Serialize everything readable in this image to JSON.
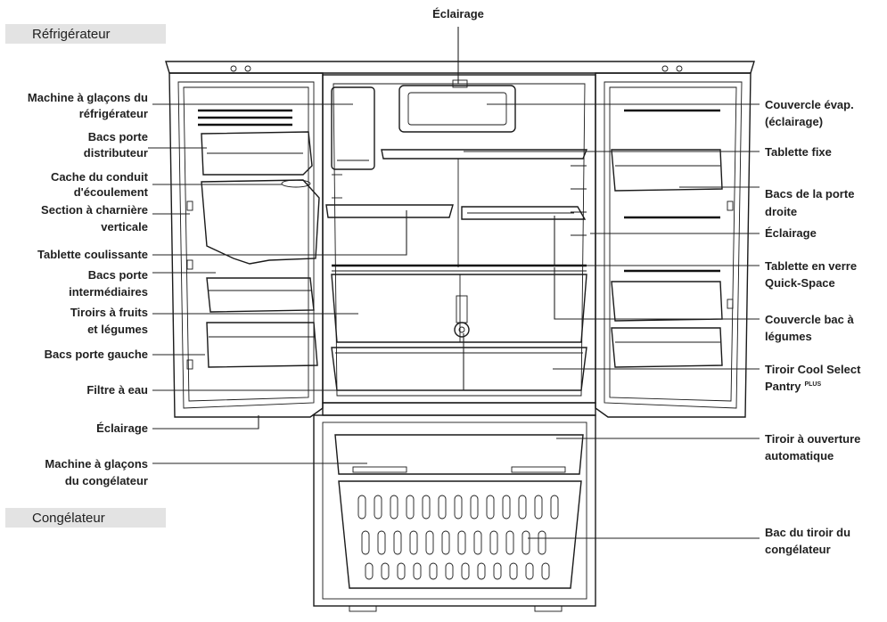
{
  "sections": {
    "refrigerator": "Réfrigérateur",
    "freezer": "Congélateur"
  },
  "labels": {
    "eclairage_top": "Éclairage",
    "ice_maker_fridge_l1": "Machine à glaçons du",
    "ice_maker_fridge_l2": "réfrigérateur",
    "dispenser_bins_l1": "Bacs porte",
    "dispenser_bins_l2": "distributeur",
    "drain_cover_l1": "Cache du conduit",
    "drain_cover_l2": "d'écoulement",
    "hinge_section_l1": "Section à charnière",
    "hinge_section_l2": "verticale",
    "sliding_shelf": "Tablette coulissante",
    "middle_bins_l1": "Bacs porte",
    "middle_bins_l2": "intermédiaires",
    "crisper_drawers_l1": "Tiroirs à fruits",
    "crisper_drawers_l2": "et légumes",
    "left_door_bins": "Bacs porte gauche",
    "water_filter": "Filtre à eau",
    "eclairage_bottom": "Éclairage",
    "ice_maker_freezer_l1": "Machine à glaçons",
    "ice_maker_freezer_l2": "du congélateur",
    "evap_cover_l1": "Couvercle évap.",
    "evap_cover_l2": "(éclairage)",
    "fixed_shelf": "Tablette fixe",
    "right_door_bins_l1": "Bacs de la porte",
    "right_door_bins_l2": "droite",
    "eclairage_right": "Éclairage",
    "glass_shelf_l1": "Tablette en verre",
    "glass_shelf_l2": "Quick-Space",
    "crisper_cover_l1": "Couvercle bac à",
    "crisper_cover_l2": "légumes",
    "cool_select_l1": "Tiroir Cool Select",
    "cool_select_l2": "Pantry",
    "cool_select_sup": "PLUS",
    "auto_drawer_l1": "Tiroir à ouverture",
    "auto_drawer_l2": "automatique",
    "freezer_bin_l1": "Bac du tiroir du",
    "freezer_bin_l2": "congélateur"
  },
  "colors": {
    "section_tab": "#e3e3e3",
    "outline": "#1a1a1a",
    "door_fill": "#f3f3f3",
    "interior_fill": "#ffffff"
  }
}
